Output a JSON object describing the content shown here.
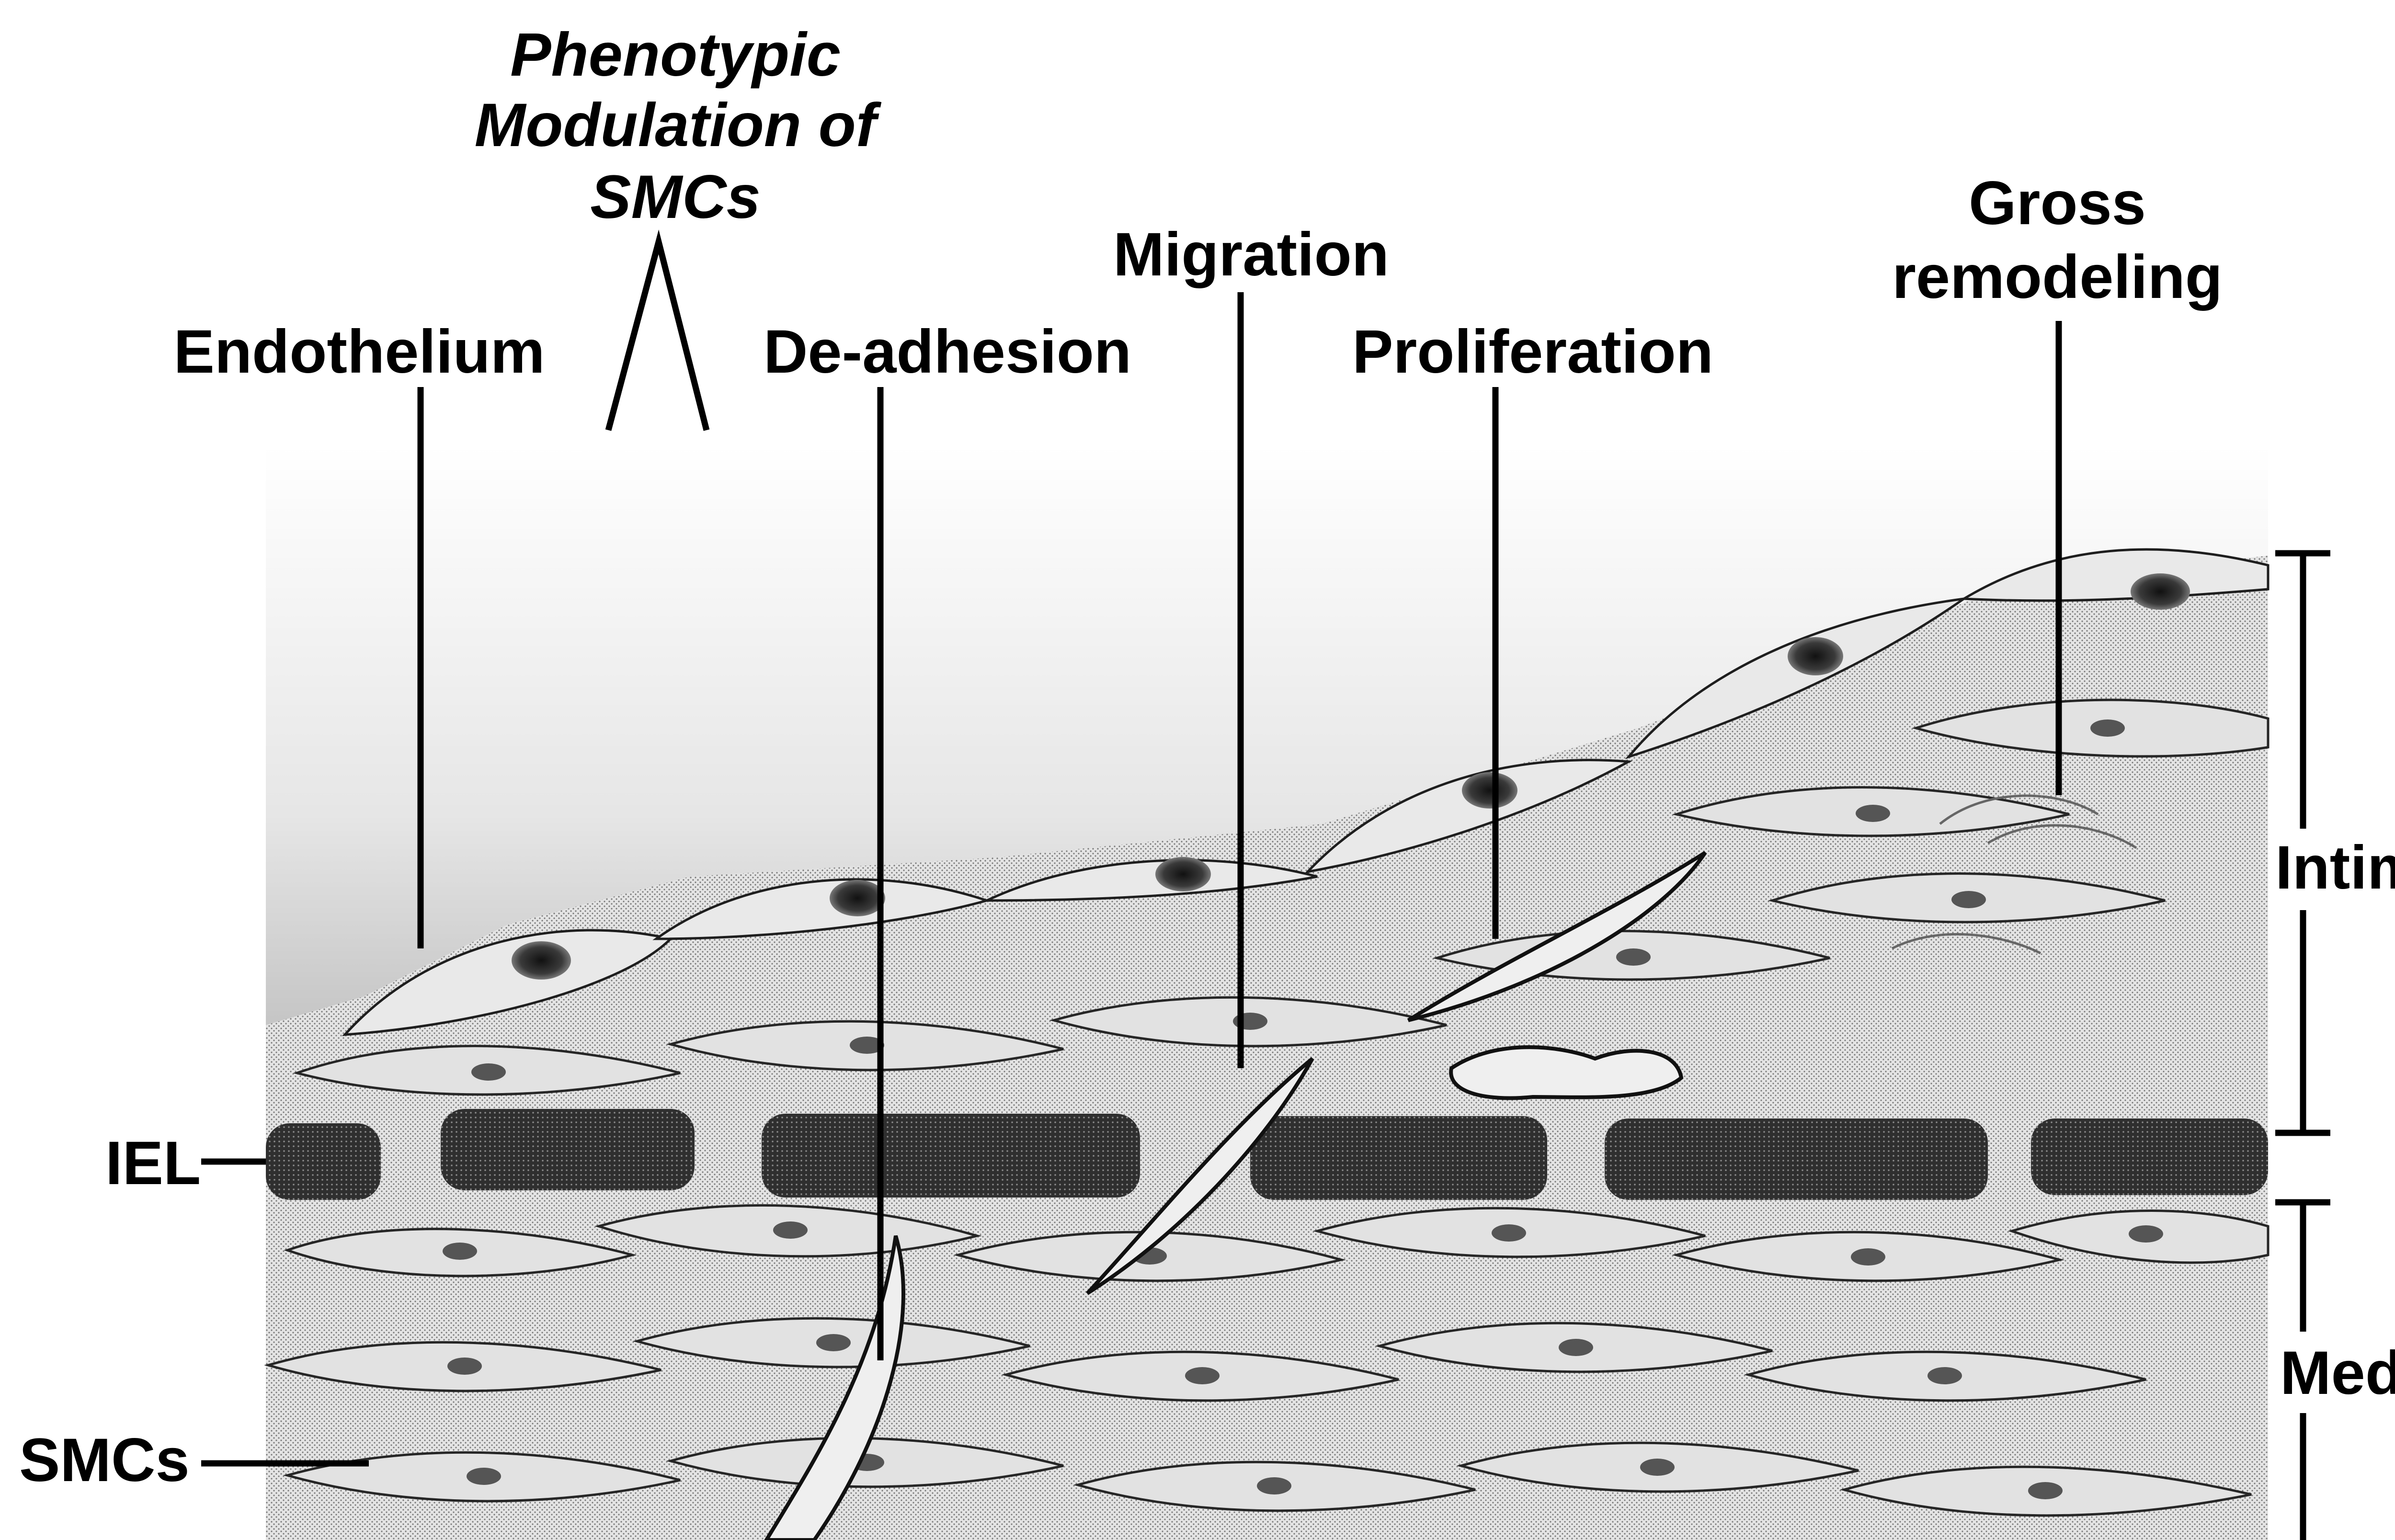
{
  "title": {
    "line1": "Phenotypic",
    "line2": "Modulation of",
    "line3": "SMCs"
  },
  "labels": {
    "endothelium": "Endothelium",
    "de_adhesion": "De-adhesion",
    "migration": "Migration",
    "proliferation": "Proliferation",
    "gross_line1": "Gross",
    "gross_line2": "remodeling",
    "iel": "IEL",
    "smcs": "SMCs",
    "intima": "Intima",
    "media": "Media"
  },
  "colors": {
    "ink": "#000000",
    "background": "#ffffff",
    "tissue_light": "#e6e6e6",
    "tissue_dark": "#2b2b2b"
  }
}
